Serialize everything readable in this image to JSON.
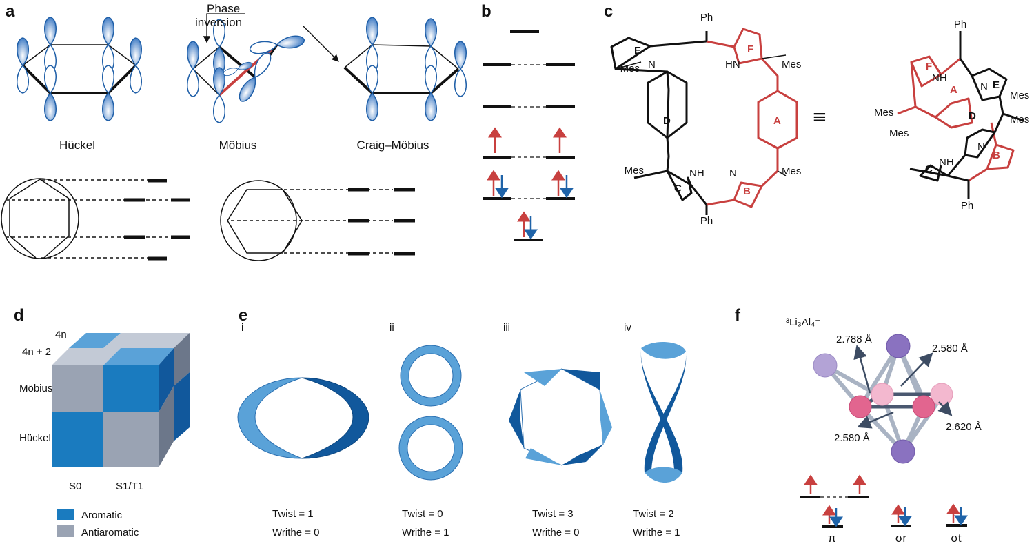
{
  "panels": {
    "a": "a",
    "b": "b",
    "c": "c",
    "d": "d",
    "e": "e",
    "f": "f"
  },
  "panel_a": {
    "phase_inversion_line1": "Phase",
    "phase_inversion_line2": "inversion",
    "huckel": "Hückel",
    "mobius": "Möbius",
    "craig_mobius": "Craig–Möbius"
  },
  "panel_c": {
    "ph": "Ph",
    "mes": "Mes",
    "rings": {
      "A": "A",
      "B": "B",
      "C": "C",
      "D": "D",
      "E": "E",
      "F": "F"
    },
    "nh": "NH",
    "hn": "HN",
    "n": "N",
    "equiv": "≡"
  },
  "panel_d": {
    "row_4n": "4n",
    "row_4n2": "4n + 2",
    "mobius": "Möbius",
    "huckel": "Hückel",
    "s0": "S0",
    "s1t1": "S1/T1",
    "legend": [
      {
        "label": "Aromatic",
        "color": "#1a7bbf"
      },
      {
        "label": "Antiaromatic",
        "color": "#9aa3b3"
      }
    ]
  },
  "panel_e": {
    "items": [
      {
        "numeral": "i",
        "twist": "Twist = 1",
        "writhe": "Writhe = 0"
      },
      {
        "numeral": "ii",
        "twist": "Twist = 0",
        "writhe": "Writhe = 1"
      },
      {
        "numeral": "iii",
        "twist": "Twist = 3",
        "writhe": "Writhe = 0"
      },
      {
        "numeral": "iv",
        "twist": "Twist = 2",
        "writhe": "Writhe = 1"
      }
    ]
  },
  "panel_f": {
    "formula": "³Li₃Al₄⁻",
    "distances": [
      "2.788 Å",
      "2.580 Å",
      "2.620 Å",
      "2.580 Å"
    ],
    "orbitals": [
      "π",
      "σr",
      "σt"
    ]
  },
  "colors": {
    "orbital_blue": "#5b8fd0",
    "red": "#c8403f",
    "spin_blue": "#1f63a8",
    "light_blue": "#5aa2d8",
    "dark_blue": "#11589c"
  }
}
